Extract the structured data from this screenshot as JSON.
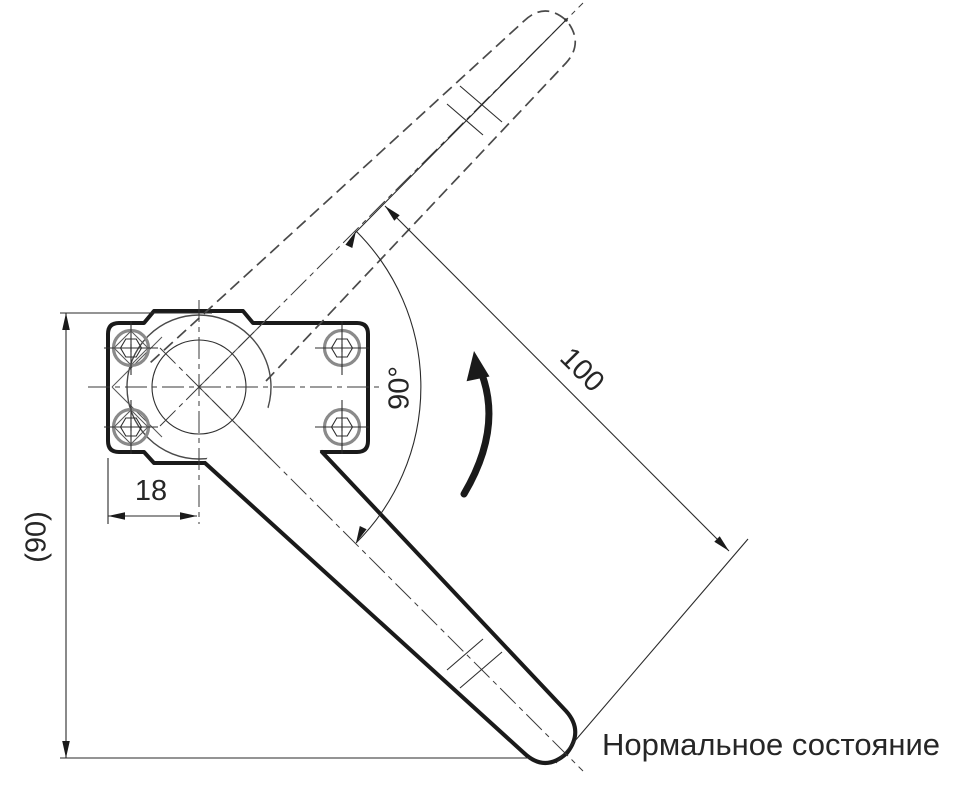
{
  "drawing": {
    "caption": "Нормальное состояние",
    "dimensions": {
      "height_ref": "(90)",
      "base_width": "18",
      "rotation_angle": "90°",
      "lever_length": "100"
    },
    "colors": {
      "line": "#1a1a1a",
      "thin_line": "#2e2e2e",
      "phantom_line": "#4a4a4a",
      "background": "#ffffff"
    }
  }
}
